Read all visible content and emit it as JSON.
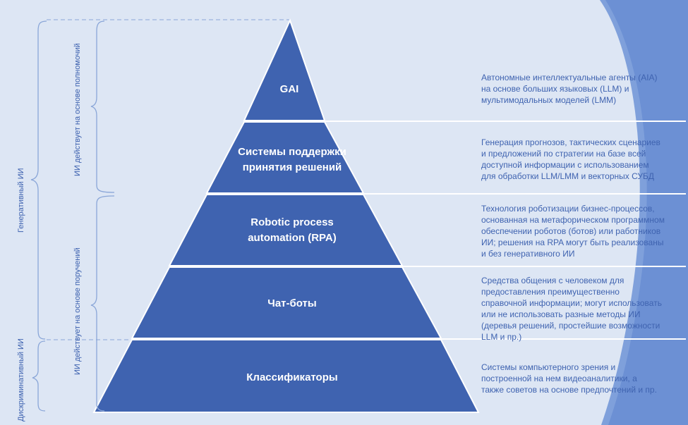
{
  "layers": [
    {
      "label": "GAI",
      "description": "Автономные интеллектуальные агенты (AIA) на основе больших языковых (LLM) и мультимодальных моделей (LMM)"
    },
    {
      "label": "Системы поддержки принятия решений",
      "description": "Генерация прогнозов, тактических сценариев и предложений по стратегии на базе всей доступной информации с использованием для обработки LLM/LMM и векторных СУБД"
    },
    {
      "label": "Robotic process automation (RPA)",
      "description": "Технология роботизации бизнес-процессов, основанная на метафорическом программном обеспечении роботов (ботов) или работников ИИ; решения на RPA могут быть реализованы и без генеративного ИИ"
    },
    {
      "label": "Чат-боты",
      "description": "Средства общения с человеком для предоставления преимущественно справочной информации; могут использовать или не использовать разные методы ИИ (деревья решений, простейшие возможности LLM и пр.)"
    },
    {
      "label": "Классификаторы",
      "description": "Системы компьютерного зрения и построенной на нем видеоаналитики, а также советов на основе предпочтений и пр."
    }
  ],
  "side_labels": {
    "generative": "Генеративный ИИ",
    "discriminative": "Дискриминативный ИИ",
    "authority": "ИИ действует на основе полномочий",
    "assignment": "ИИ действует на основе поручений"
  },
  "colors": {
    "pyramid": "#3f63b0",
    "background": "#dde6f4",
    "accent_shape": "#6f93d6",
    "bracket": "#8aa6d8"
  }
}
